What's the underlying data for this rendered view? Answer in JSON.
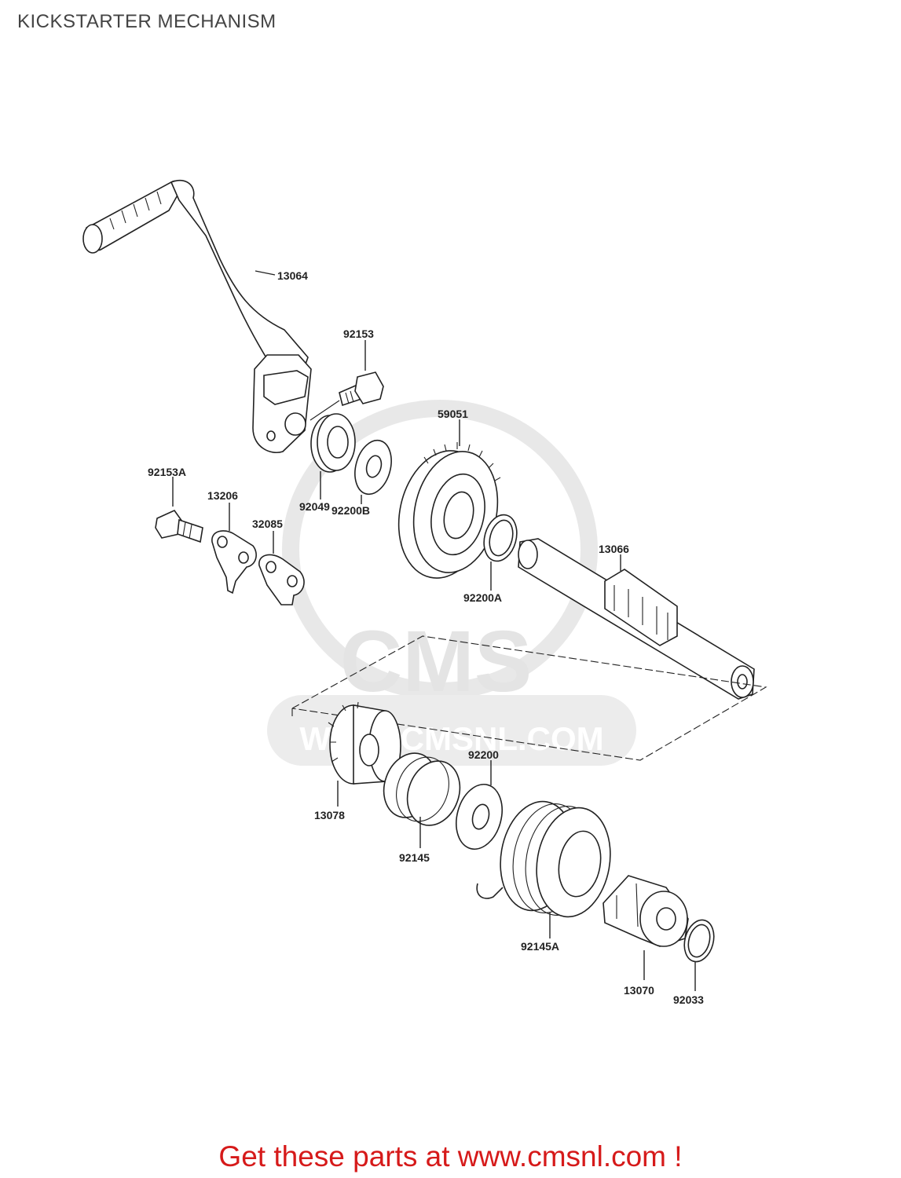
{
  "title": "KICKSTARTER MECHANISM",
  "watermark": {
    "text": "CMS",
    "url": "WWW.CMSNL.COM"
  },
  "parts": {
    "p13064": "13064",
    "p92153": "92153",
    "p59051": "59051",
    "p92049": "92049",
    "p92200B": "92200B",
    "p92153A": "92153A",
    "p13206": "13206",
    "p32085": "32085",
    "p13066": "13066",
    "p92200A": "92200A",
    "p92200": "92200",
    "p13078": "13078",
    "p92145": "92145",
    "p92145A": "92145A",
    "p13070": "13070",
    "p92033": "92033"
  },
  "footer": "Get these parts at www.cmsnl.com !",
  "colors": {
    "footer": "#d61a1a",
    "line": "#222222",
    "watermark": "#e4e4e4"
  }
}
